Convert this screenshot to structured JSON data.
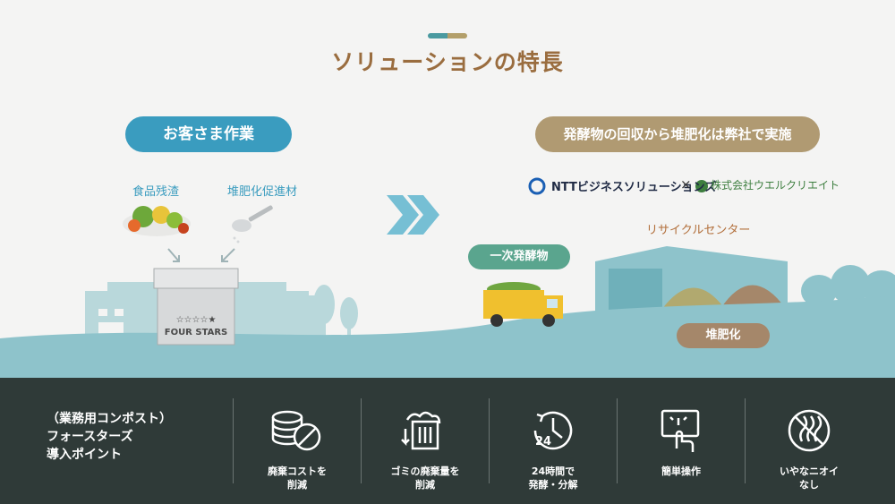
{
  "title": "ソリューションの特長",
  "customer": {
    "pill": "お客さま作業",
    "food_label": "食品残渣",
    "compost_label": "堆肥化促進材",
    "machine_stars": "☆☆☆☆★",
    "machine_name": "FOUR STARS"
  },
  "company": {
    "pill": "発酵物の回収から堆肥化は弊社で実施",
    "partner1": "NTTビジネスソリューションズ",
    "times": "×",
    "partner2": "株式会社ウエルクリエイト",
    "recycle_center": "リサイクルセンター",
    "primary_ferment": "一次発酵物",
    "compost": "堆肥化"
  },
  "footer": {
    "heading_lines": [
      "（業務用コンポスト）",
      "フォースターズ",
      "導入ポイント"
    ],
    "features": [
      {
        "icon": "coin-stack-cost-icon",
        "line1": "廃棄コストを",
        "line2": "削減"
      },
      {
        "icon": "trash-reduce-icon",
        "line1": "ゴミの廃棄量を",
        "line2": "削減"
      },
      {
        "icon": "clock-24h-icon",
        "line1": "24時間で",
        "line2": "発酵・分解"
      },
      {
        "icon": "touch-operation-icon",
        "line1": "簡単操作",
        "line2": ""
      },
      {
        "icon": "no-odor-icon",
        "line1": "いやなニオイ",
        "line2": "なし"
      }
    ]
  },
  "colors": {
    "title": "#9a6d3f",
    "customer_pill": "#3a9cbf",
    "company_pill": "#b09a72",
    "ground": "#8ec3cb",
    "footer": "#2f3a38"
  }
}
